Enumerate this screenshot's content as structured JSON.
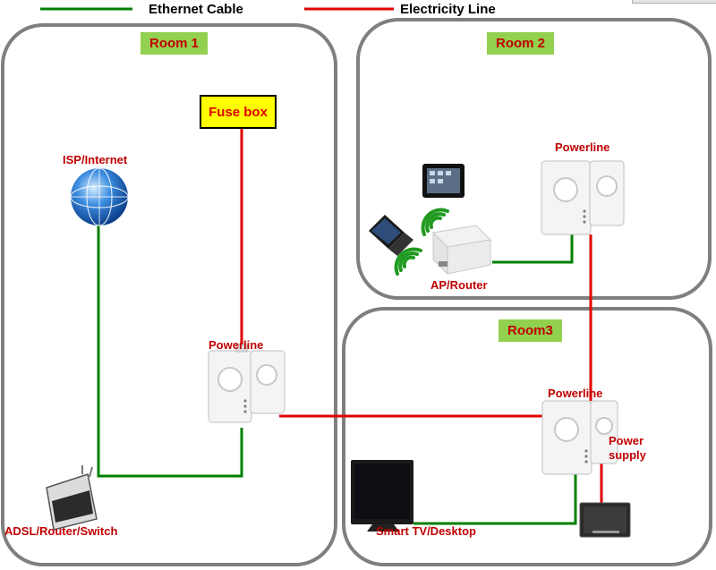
{
  "legend": {
    "ethernet_label": "Ethernet Cable",
    "electricity_label": "Electricity Line",
    "ethernet_color": "#008000",
    "electricity_color": "#e00000"
  },
  "rooms": {
    "room1": "Room 1",
    "room2": "Room 2",
    "room3": "Room3"
  },
  "fuse_box": "Fuse box",
  "devices": {
    "isp": "ISP/Internet",
    "adsl": "ADSL/Router/Switch",
    "powerline_room1": "Powerline",
    "powerline_room2": "Powerline",
    "powerline_room3": "Powerline",
    "ap_router": "AP/Router",
    "power_supply": "Power\nsupply",
    "smart_tv": "Smart TV/Desktop"
  }
}
